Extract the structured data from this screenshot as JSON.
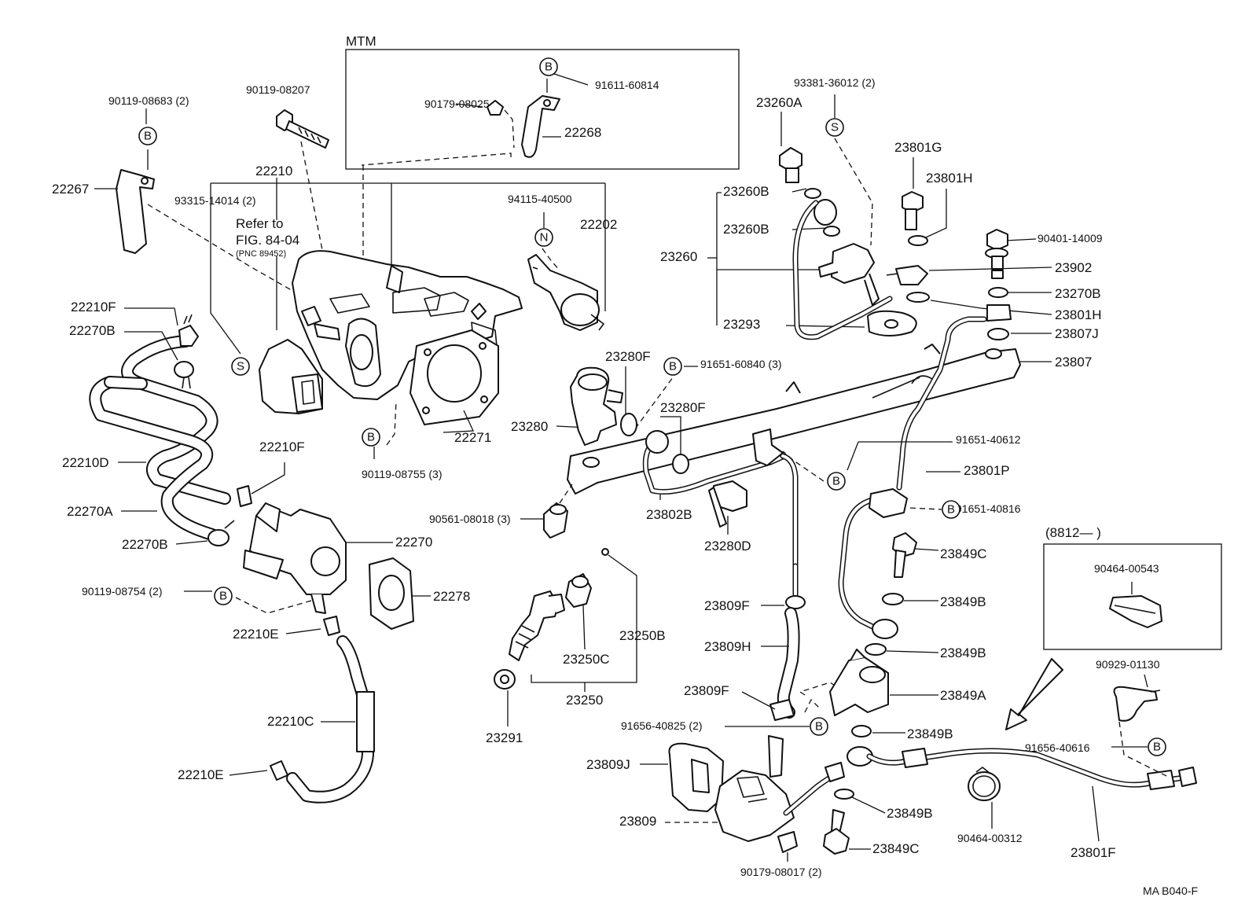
{
  "labels": {
    "mtm": "MTM",
    "p90179_08025": "90179-08025",
    "p91611_60814": "91611-60814",
    "p22268": "22268",
    "p90119_08683": "90119-08683 (2)",
    "p90119_08207": "90119-08207",
    "p22210_top": "22210",
    "p22267": "22267",
    "p93315": "93315-14014 (2)",
    "refer_to": "Refer to",
    "fig_ref": "FIG. 84-04",
    "pnc_ref": "(PNC 89452)",
    "p94115": "94115-40500",
    "p22202": "22202",
    "p22210F_a": "22210F",
    "p22270B_a": "22270B",
    "p22210D": "22210D",
    "p22210F_b": "22210F",
    "p22270A": "22270A",
    "p22270B_b": "22270B",
    "p90119_08754": "90119-08754 (2)",
    "p22270": "22270",
    "p22278": "22278",
    "p22210E_a": "22210E",
    "p22210C": "22210C",
    "p22210E_b": "22210E",
    "p90119_08755": "90119-08755 (3)",
    "p22271": "22271",
    "p93381": "93381-36012 (2)",
    "p23260A": "23260A",
    "p23260B_a": "23260B",
    "p23260B_b": "23260B",
    "p23260": "23260",
    "p23293": "23293",
    "p23801G": "23801G",
    "p23801H_a": "23801H",
    "p90401": "90401-14009",
    "p23902": "23902",
    "p23270B": "23270B",
    "p23801H_b": "23801H",
    "p23807J": "23807J",
    "p23807": "23807",
    "p23280F_a": "23280F",
    "p91651_60840": "91651-60840 (3)",
    "p23280F_b": "23280F",
    "p23280": "23280",
    "p91651_40612": "91651-40612",
    "p23801P": "23801P",
    "p90561": "90561-08018 (3)",
    "p23802B": "23802B",
    "p23280D": "23280D",
    "p91651_40816": "91651-40816",
    "p23849C_a": "23849C",
    "p23849B_a": "23849B",
    "p23849B_b": "23849B",
    "p23849A": "23849A",
    "p23849B_c": "23849B",
    "p23849B_d": "23849B",
    "p23849C_b": "23849C",
    "p8812": "(8812—        )",
    "p90464_00543": "90464-00543",
    "p90929": "90929-01130",
    "p91656_40616": "91656-40616",
    "p23250B": "23250B",
    "p23250C": "23250C",
    "p23250": "23250",
    "p23291": "23291",
    "p23809F_a": "23809F",
    "p23809H": "23809H",
    "p23809F_b": "23809F",
    "p91656_40825": "91656-40825 (2)",
    "p23809J": "23809J",
    "p23809": "23809",
    "p90179_08017": "90179-08017 (2)",
    "p90464_00312": "90464-00312",
    "p23801F": "23801F",
    "ref_code": "MA  B040-F"
  },
  "markers": {
    "b": "B",
    "s": "S",
    "n": "N"
  }
}
